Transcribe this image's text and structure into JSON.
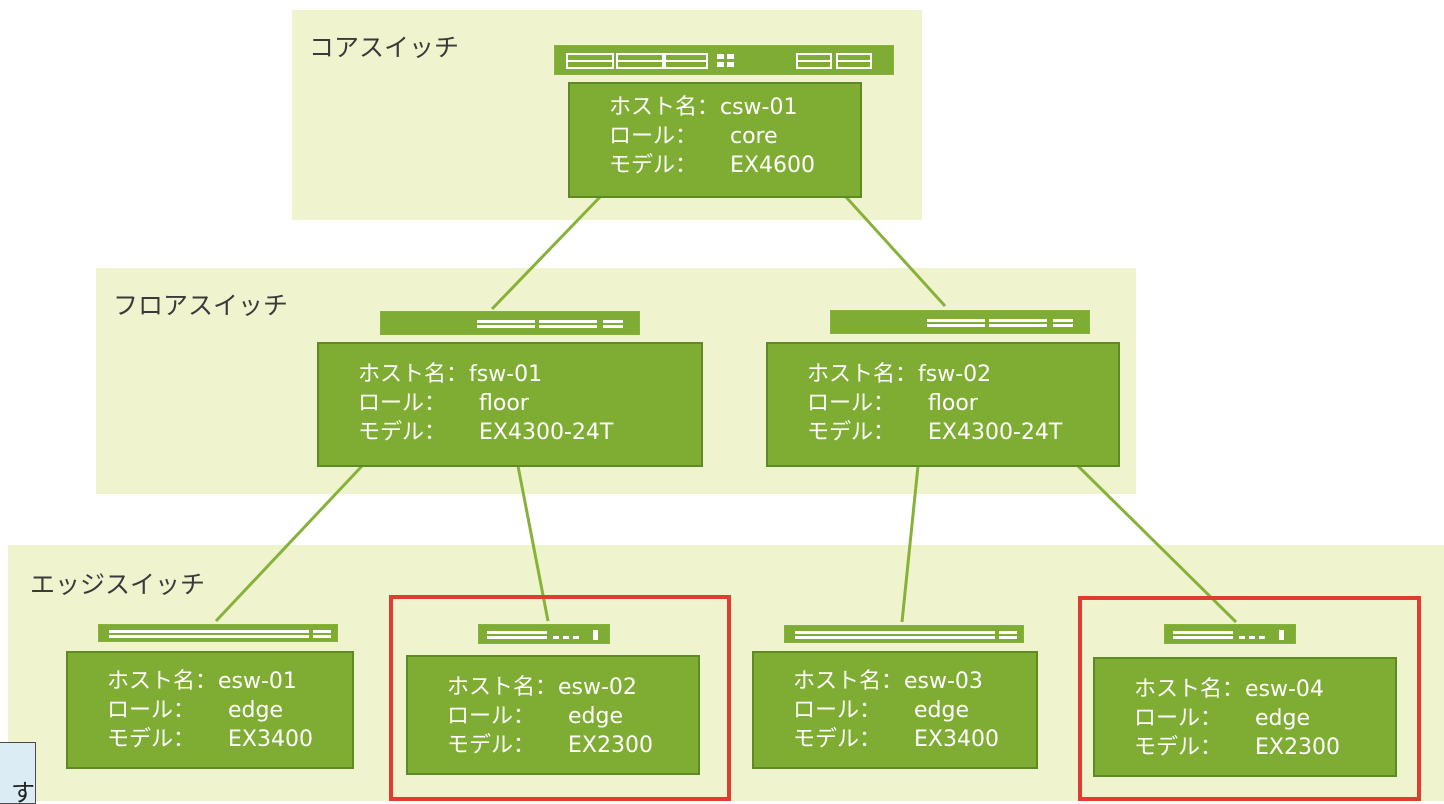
{
  "tiers": {
    "core": "コアスイッチ",
    "floor": "フロアスイッチ",
    "edge": "エッジスイッチ"
  },
  "field_labels": {
    "host": "ホスト名：",
    "role": "ロール：",
    "model": "モデル："
  },
  "switches": [
    {
      "id": "csw-01",
      "host": "csw-01",
      "role": "core",
      "model": "EX4600"
    },
    {
      "id": "fsw-01",
      "host": "fsw-01",
      "role": "floor",
      "model": "EX4300-24T"
    },
    {
      "id": "fsw-02",
      "host": "fsw-02",
      "role": "floor",
      "model": "EX4300-24T"
    },
    {
      "id": "esw-01",
      "host": "esw-01",
      "role": "edge",
      "model": "EX3400"
    },
    {
      "id": "esw-02",
      "host": "esw-02",
      "role": "edge",
      "model": "EX2300"
    },
    {
      "id": "esw-03",
      "host": "esw-03",
      "role": "edge",
      "model": "EX3400"
    },
    {
      "id": "esw-04",
      "host": "esw-04",
      "role": "edge",
      "model": "EX2300"
    }
  ],
  "connections": [
    [
      "csw-01",
      "fsw-01"
    ],
    [
      "csw-01",
      "fsw-02"
    ],
    [
      "fsw-01",
      "esw-01"
    ],
    [
      "fsw-01",
      "esw-02"
    ],
    [
      "fsw-02",
      "esw-03"
    ],
    [
      "fsw-02",
      "esw-04"
    ]
  ],
  "highlighted": [
    "esw-02",
    "esw-04"
  ],
  "note_fragment": "す",
  "colors": {
    "tier_background": "#eff4cf",
    "card_fill": "#7fad34",
    "card_border": "#5d8a22",
    "link_line": "#86b23a",
    "highlight_border": "#e13c30",
    "note_background": "#dcecf5"
  }
}
